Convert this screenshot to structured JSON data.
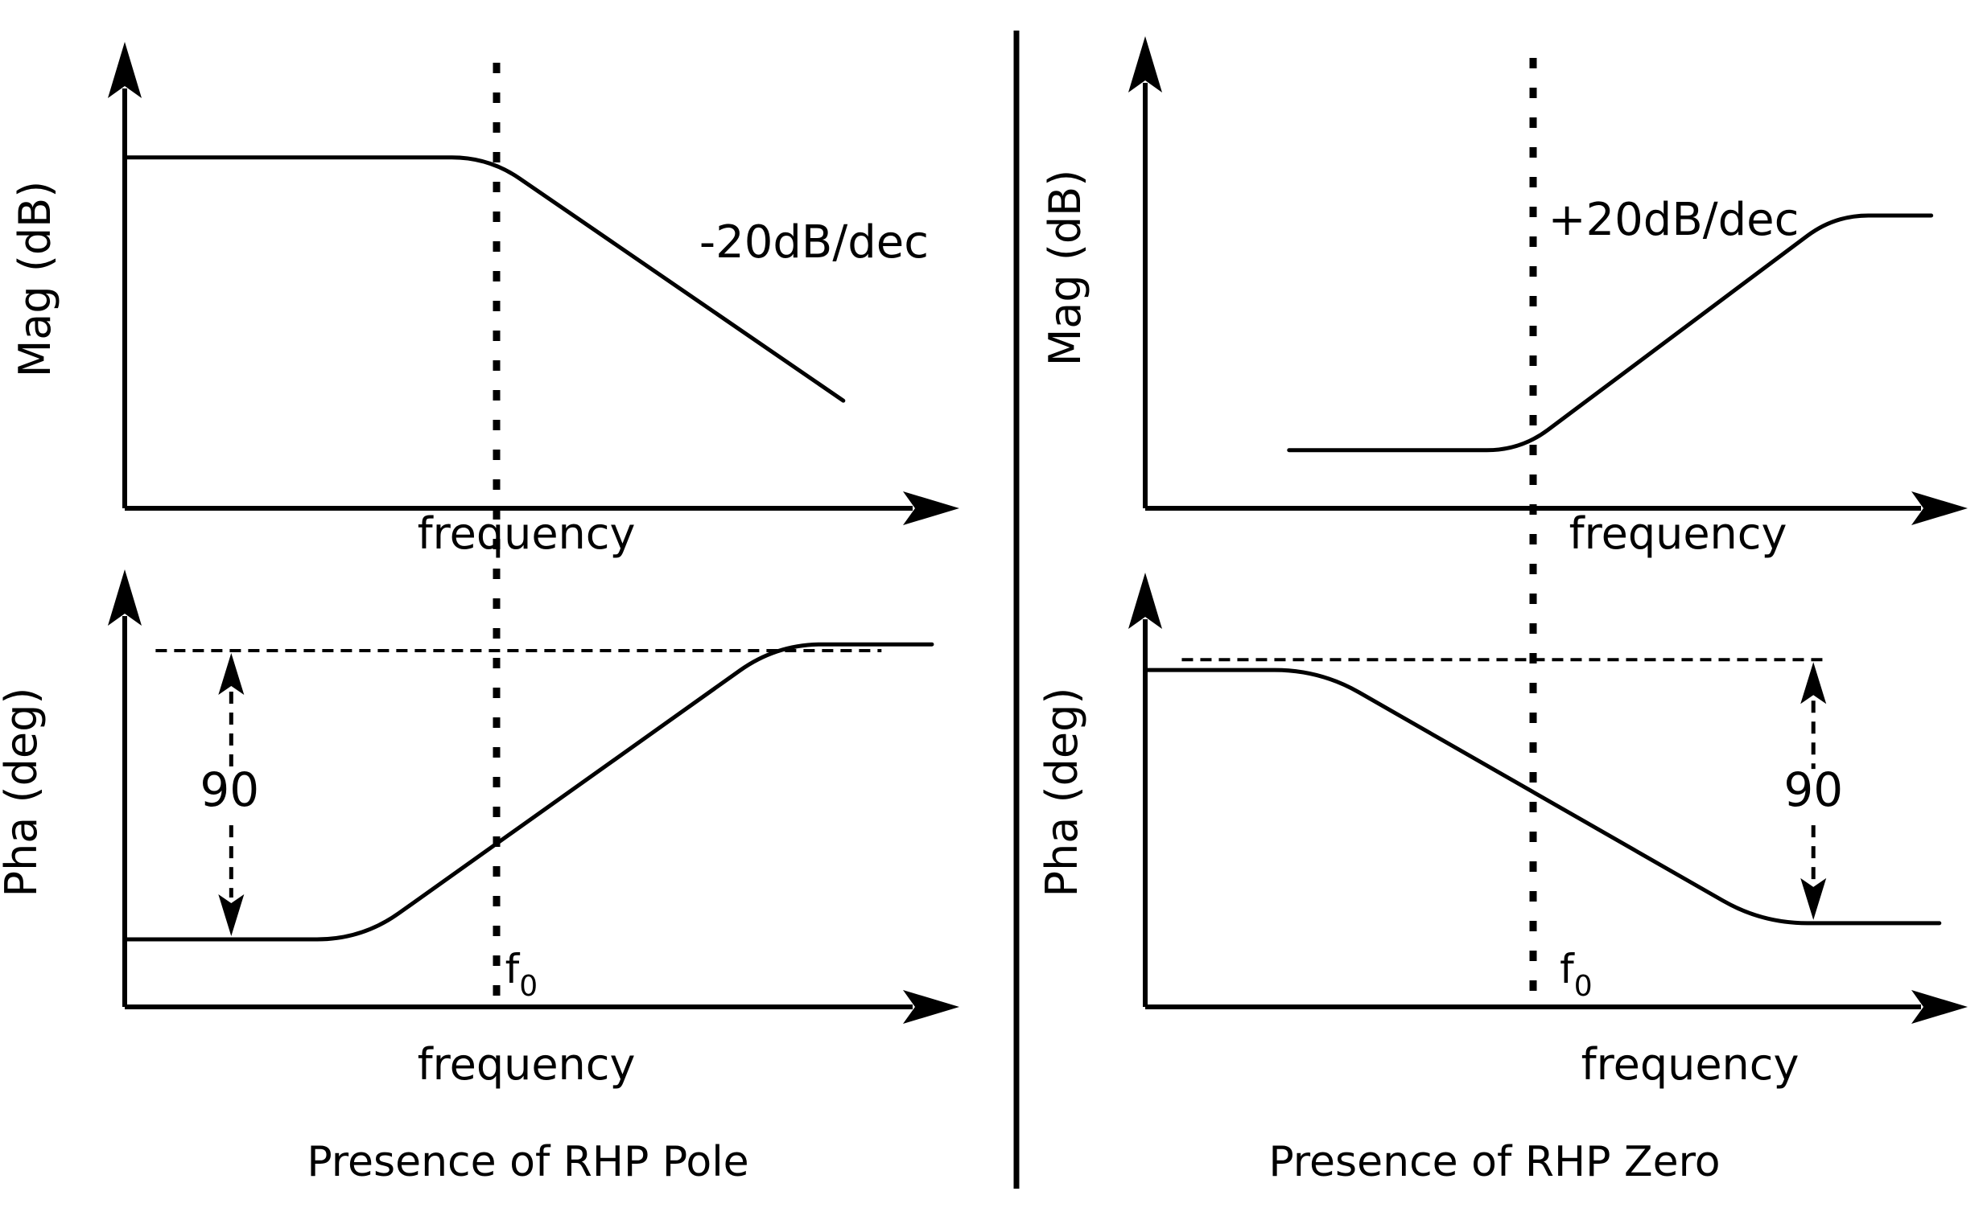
{
  "colors": {
    "ink": "#000000",
    "background": "#ffffff"
  },
  "figure": {
    "divider_present": true,
    "columns": [
      {
        "id": "rhp-pole",
        "caption": "Presence of RHP Pole"
      },
      {
        "id": "rhp-zero",
        "caption": "Presence of RHP Zero"
      }
    ]
  },
  "chart_data": [
    {
      "id": "pole-magnitude",
      "type": "line",
      "title": "",
      "ylabel": "Mag (dB)",
      "xlabel": "frequency",
      "x_axis": "log frequency, unlabeled arbitrary units",
      "y_axis": "magnitude in dB, unlabeled arbitrary units",
      "grid": false,
      "legend": false,
      "curve_points_norm": [
        [
          0.002,
          0.779
        ],
        [
          0.448,
          0.779
        ],
        [
          0.884,
          0.239
        ]
      ],
      "f0_marker_x_norm": 0.457,
      "slope_label": "-20dB/dec",
      "slope_label_pos_norm": [
        0.848,
        0.593
      ],
      "description": "Gain is flat at low frequency and rolls off at -20 dB per decade above the corner frequency f0 (dotted vertical marker)."
    },
    {
      "id": "pole-phase",
      "type": "line",
      "title": "",
      "ylabel": "Pha (deg)",
      "xlabel": "frequency",
      "x_axis": "log frequency, unlabeled arbitrary units",
      "y_axis": "phase in degrees, unlabeled arbitrary units",
      "grid": false,
      "legend": false,
      "curve_points_norm": [
        [
          0.002,
          0.15
        ],
        [
          0.292,
          0.15
        ],
        [
          0.802,
          0.805
        ],
        [
          0.993,
          0.805
        ]
      ],
      "f0_marker_x_norm": 0.457,
      "dashed_level_norm": 0.791,
      "dashed_span_norm": [
        0.038,
        0.931
      ],
      "phase_change_label": "90",
      "phase_label_pos_norm": [
        0.129,
        0.482
      ],
      "phase_arrow_x_norm": 0.131,
      "f0": {
        "base": "f",
        "sub": "0",
        "pos_norm": [
          0.468,
          0.054
        ]
      },
      "description": "Phase increases by 90 degrees through the corner frequency f0 (right-half-plane pole)."
    },
    {
      "id": "zero-magnitude",
      "type": "line",
      "title": "",
      "ylabel": "Mag (dB)",
      "xlabel": "frequency",
      "x_axis": "log frequency, unlabeled arbitrary units",
      "y_axis": "magnitude in dB, unlabeled arbitrary units",
      "grid": false,
      "legend": false,
      "curve_points_norm": [
        [
          0.177,
          0.129
        ],
        [
          0.462,
          0.129
        ],
        [
          0.848,
          0.65
        ],
        [
          0.967,
          0.65
        ]
      ],
      "f0_marker_x_norm": 0.477,
      "slope_label": "+20dB/dec",
      "slope_label_pos_norm": [
        0.65,
        0.643
      ],
      "description": "Gain is flat at low frequency and rises at +20 dB per decade above the corner frequency f0, then levels off."
    },
    {
      "id": "zero-phase",
      "type": "line",
      "title": "",
      "ylabel": "Pha (deg)",
      "xlabel": "frequency",
      "x_axis": "log frequency, unlabeled arbitrary units",
      "y_axis": "phase in degrees, unlabeled arbitrary units",
      "grid": false,
      "legend": false,
      "curve_points_norm": [
        [
          0.001,
          0.748
        ],
        [
          0.215,
          0.748
        ],
        [
          0.759,
          0.186
        ],
        [
          0.977,
          0.186
        ]
      ],
      "f0_marker_x_norm": 0.477,
      "dashed_level_norm": 0.771,
      "dashed_span_norm": [
        0.045,
        0.841
      ],
      "phase_change_label": "90",
      "phase_label_pos_norm": [
        0.822,
        0.482
      ],
      "phase_arrow_x_norm": 0.822,
      "f0": {
        "base": "f",
        "sub": "0",
        "pos_norm": [
          0.51,
          0.054
        ]
      },
      "description": "Phase decreases by 90 degrees through the corner frequency f0 (right-half-plane zero)."
    }
  ]
}
